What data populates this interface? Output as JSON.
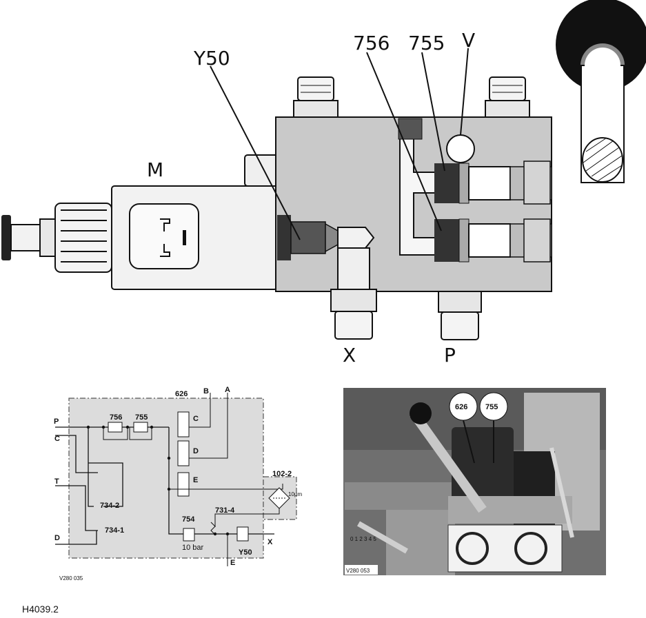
{
  "top_labels": {
    "y50": "Y50",
    "n756": "756",
    "n755": "755",
    "v": "V",
    "m": "M",
    "x": "X",
    "p": "P"
  },
  "schematic": {
    "n626": "626",
    "b": "B",
    "a": "A",
    "p": "P",
    "c_left": "C",
    "t": "T",
    "d_left": "D",
    "n756": "756",
    "n755": "755",
    "c_right": "C",
    "d_right": "D",
    "e_right": "E",
    "n102_2": "102-2",
    "n734_2": "734-2",
    "n734_1": "734-1",
    "n731_4": "731-4",
    "n754": "754",
    "bar10": "10 bar",
    "y50": "Y50",
    "x": "X",
    "e_bottom": "E",
    "filter_mark": "10μm",
    "ref": "V280 035"
  },
  "photo": {
    "c626": "626",
    "c755": "755",
    "ref": "V280 053",
    "scale": "0 1 2 3 4 5"
  },
  "footer": {
    "code": "H4039.2"
  }
}
